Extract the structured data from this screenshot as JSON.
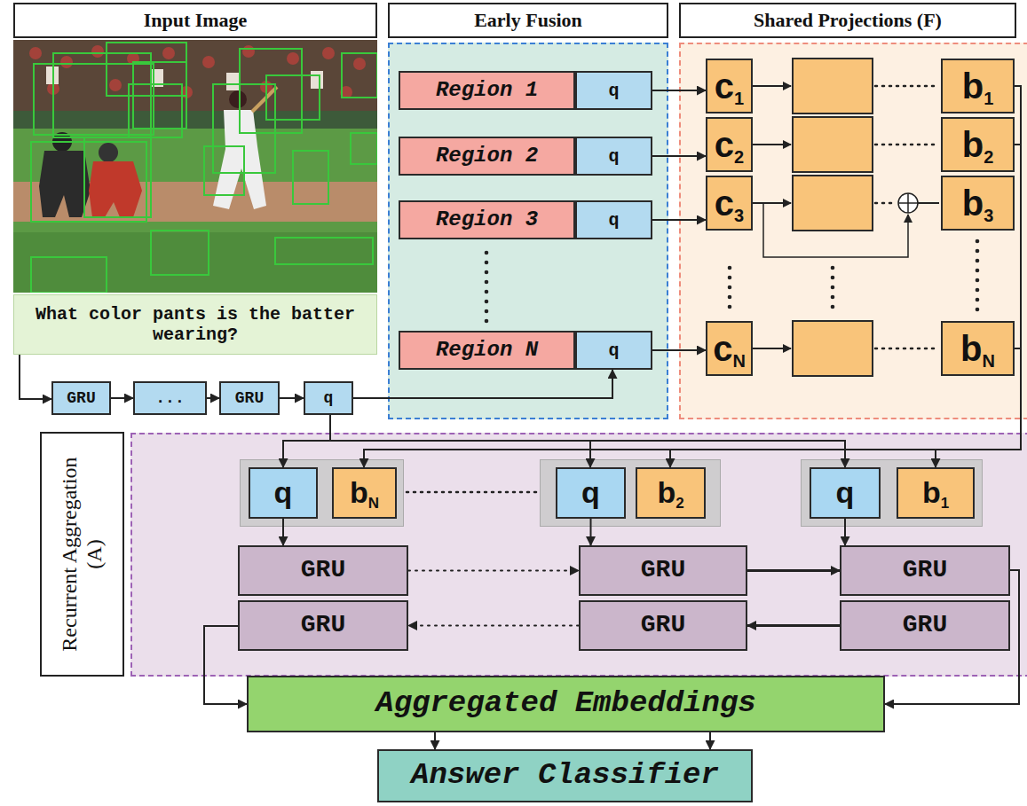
{
  "diagram": {
    "nodes": [
      {
        "text": [
          "Input Image"
        ]
      },
      {
        "text": [
          "What color pants is the batter wearing?"
        ],
        "in": 0
      },
      {
        "text": [
          "Early Fusion"
        ]
      },
      {
        "text": [
          "Region 1"
        ],
        "in": 2
      },
      {
        "text": [
          "q"
        ],
        "in": 2
      },
      {
        "text": [
          "Region 2"
        ],
        "in": 2
      },
      {
        "text": [
          "q"
        ],
        "in": 2
      },
      {
        "text": [
          "Region 3"
        ],
        "in": 2
      },
      {
        "text": [
          "q"
        ],
        "in": 2
      },
      {
        "text": [
          "Region N"
        ],
        "in": 2
      },
      {
        "text": [
          "q"
        ],
        "in": 2
      },
      {
        "text": [
          "Shared Projections (F)"
        ]
      },
      {
        "text": [
          "c",
          "1"
        ],
        "in": 11
      },
      {
        "text": [
          "c",
          "2"
        ],
        "in": 11
      },
      {
        "text": [
          "c",
          "3"
        ],
        "in": 11
      },
      {
        "text": [
          "c",
          "N"
        ],
        "in": 11
      },
      {
        "text": [
          "b",
          "1"
        ],
        "in": 11
      },
      {
        "text": [
          "b",
          "2"
        ],
        "in": 11
      },
      {
        "text": [
          "b",
          "3"
        ],
        "in": 11
      },
      {
        "text": [
          "b",
          "N"
        ],
        "in": 11
      },
      {
        "text": [
          "GRU"
        ]
      },
      {
        "text": [
          "..."
        ]
      },
      {
        "text": [
          "GRU"
        ]
      },
      {
        "text": [
          "q"
        ]
      },
      {
        "text": [
          "Recurrent Aggregation (A)"
        ]
      },
      {
        "text": [
          "q"
        ],
        "in": 24
      },
      {
        "text": [
          "b",
          "N"
        ],
        "in": 24
      },
      {
        "text": [
          "q"
        ],
        "in": 24
      },
      {
        "text": [
          "b",
          "2"
        ],
        "in": 24
      },
      {
        "text": [
          "q"
        ],
        "in": 24
      },
      {
        "text": [
          "b",
          "1"
        ],
        "in": 24
      },
      {
        "text": [
          "GRU"
        ],
        "in": 24
      },
      {
        "text": [
          "GRU"
        ],
        "in": 24
      },
      {
        "text": [
          "GRU"
        ],
        "in": 24
      },
      {
        "text": [
          "GRU"
        ],
        "in": 24
      },
      {
        "text": [
          "GRU"
        ],
        "in": 24
      },
      {
        "text": [
          "GRU"
        ],
        "in": 24
      },
      {
        "text": [
          "Aggregated Embeddings"
        ]
      },
      {
        "text": [
          "Answer Classifier"
        ]
      }
    ],
    "edges": [
      {
        "from": 0,
        "to": 20,
        "arrow": "to"
      },
      {
        "from": 20,
        "to": 21,
        "arrow": "to"
      },
      {
        "from": 21,
        "to": 22,
        "arrow": "to"
      },
      {
        "from": 22,
        "to": 23,
        "arrow": "to"
      },
      {
        "from": 23,
        "to": 10,
        "arrow": "to"
      },
      {
        "from": 23,
        "to": 25,
        "arrow": "to"
      },
      {
        "from": 23,
        "to": 27,
        "arrow": "to"
      },
      {
        "from": 23,
        "to": 29,
        "arrow": "to"
      },
      {
        "from": 19,
        "to": 26,
        "arrow": "to"
      },
      {
        "from": 17,
        "to": 28,
        "arrow": "to"
      },
      {
        "from": 16,
        "to": 30,
        "arrow": "to"
      },
      {
        "from": 4,
        "to": 12,
        "arrow": "to"
      },
      {
        "from": 6,
        "to": 13,
        "arrow": "to"
      },
      {
        "from": 8,
        "to": 14,
        "arrow": "to"
      },
      {
        "from": 10,
        "to": 15,
        "arrow": "to"
      },
      {
        "from": 25,
        "to": 31,
        "arrow": "to"
      },
      {
        "from": 27,
        "to": 33,
        "arrow": "to"
      },
      {
        "from": 29,
        "to": 35,
        "arrow": "to"
      },
      {
        "from": 31,
        "to": 33,
        "arrow": "to"
      },
      {
        "from": 33,
        "to": 35,
        "arrow": "to"
      },
      {
        "from": 36,
        "to": 34,
        "arrow": "to"
      },
      {
        "from": 34,
        "to": 32,
        "arrow": "to"
      },
      {
        "from": 32,
        "to": 37,
        "arrow": "to"
      },
      {
        "from": 35,
        "to": 37,
        "arrow": "to"
      },
      {
        "from": 37,
        "to": 38,
        "arrow": "to"
      },
      {
        "from": 37,
        "to": 38,
        "arrow": "to"
      }
    ]
  }
}
